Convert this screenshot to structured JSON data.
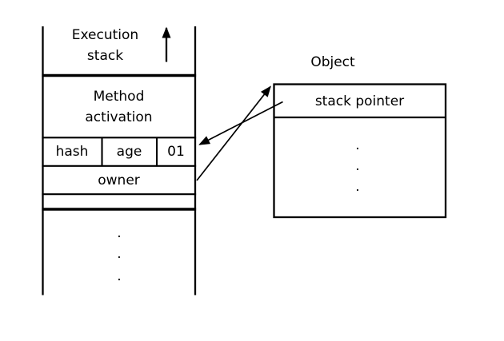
{
  "colors": {
    "ink": "#000000",
    "background": "#ffffff"
  },
  "stack": {
    "title": "Execution stack",
    "method_activation": "Method activation",
    "header_fields": {
      "hash": "hash",
      "age": "age",
      "value": "01"
    },
    "owner": "owner",
    "dots": [
      ".",
      ".",
      "."
    ]
  },
  "object": {
    "title": "Object",
    "stack_pointer": "stack pointer",
    "dots": [
      ".",
      ".",
      "."
    ]
  },
  "icons": {
    "stack_growth_arrow": "↑",
    "stack_pointer_arrow": "↙",
    "owner_arrow": "↗"
  }
}
